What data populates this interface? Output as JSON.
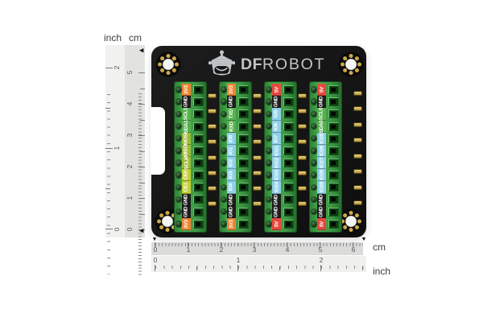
{
  "product": {
    "brand_bold": "DF",
    "brand_rest": "ROBOT"
  },
  "icons": {
    "down_marker": "▼",
    "left_marker": "◀"
  },
  "rulers": {
    "left": {
      "inch_unit": "inch",
      "cm_unit": "cm",
      "inch_numbers": [
        "2",
        "1",
        "0"
      ],
      "cm_numbers": [
        "5",
        "4",
        "3",
        "2",
        "1",
        "0"
      ]
    },
    "bottom": {
      "cm_unit": "cm",
      "inch_unit": "inch",
      "cm_numbers": [
        "0",
        "1",
        "2",
        "3",
        "4",
        "5",
        "6"
      ],
      "inch_numbers": [
        "0",
        "1",
        "2"
      ]
    }
  },
  "board": {
    "colors": {
      "pcb": "#141414",
      "terminal_green": "#3f9b45",
      "gold": "#c9a441",
      "power_3v3": "#ef8432",
      "power_5v": "#e8473d",
      "ground": "#1d1d1b",
      "bus": "#56b14e",
      "spi": "#9dbc3a",
      "chip_enable": "#c2cf36",
      "gpio": "#8ed0e8"
    },
    "columns": [
      {
        "pins": [
          {
            "label": "3V3",
            "color": "#ef8432"
          },
          {
            "label": "GND",
            "color": "#1d1d1b"
          },
          {
            "label": "SCL1",
            "color": "#56b14e"
          },
          {
            "label": "SDA1",
            "color": "#56b14e"
          },
          {
            "label": "MOSI",
            "color": "#9dbc3a"
          },
          {
            "label": "MISO",
            "color": "#9dbc3a"
          },
          {
            "label": "SCLK",
            "color": "#9dbc3a"
          },
          {
            "label": "CE0",
            "color": "#c2cf36"
          },
          {
            "label": "CE1",
            "color": "#c2cf36"
          },
          {
            "label": "GND",
            "color": "#1d1d1b"
          },
          {
            "label": "GND",
            "color": "#1d1d1b"
          },
          {
            "label": "3V3",
            "color": "#ef8432"
          }
        ]
      },
      {
        "pins": [
          {
            "label": "3V3",
            "color": "#ef8432"
          },
          {
            "label": "GND",
            "color": "#1d1d1b"
          },
          {
            "label": "TXD",
            "color": "#56b14e"
          },
          {
            "label": "RXD",
            "color": "#56b14e"
          },
          {
            "label": "IO0",
            "color": "#8ed0e8"
          },
          {
            "label": "IO1",
            "color": "#8ed0e8"
          },
          {
            "label": "IO2",
            "color": "#8ed0e8"
          },
          {
            "label": "IO3",
            "color": "#8ed0e8"
          },
          {
            "label": "IO4",
            "color": "#8ed0e8"
          },
          {
            "label": "GND",
            "color": "#1d1d1b"
          },
          {
            "label": "GND",
            "color": "#1d1d1b"
          },
          {
            "label": "3V3",
            "color": "#ef8432"
          }
        ]
      },
      {
        "pins": [
          {
            "label": "5V",
            "color": "#e8473d"
          },
          {
            "label": "GND",
            "color": "#1d1d1b"
          },
          {
            "label": "IO5",
            "color": "#8ed0e8"
          },
          {
            "label": "IO6",
            "color": "#8ed0e8"
          },
          {
            "label": "IO7",
            "color": "#8ed0e8"
          },
          {
            "label": "IO21",
            "color": "#8ed0e8"
          },
          {
            "label": "IO22",
            "color": "#8ed0e8"
          },
          {
            "label": "IO23",
            "color": "#8ed0e8"
          },
          {
            "label": "IO24",
            "color": "#8ed0e8"
          },
          {
            "label": "GND",
            "color": "#1d1d1b"
          },
          {
            "label": "GND",
            "color": "#1d1d1b"
          },
          {
            "label": "5V",
            "color": "#e8473d"
          }
        ]
      },
      {
        "pins": [
          {
            "label": "5V",
            "color": "#e8473d"
          },
          {
            "label": "GND",
            "color": "#1d1d1b"
          },
          {
            "label": "SCL0",
            "color": "#56b14e"
          },
          {
            "label": "SDA0",
            "color": "#56b14e"
          },
          {
            "label": "IO25",
            "color": "#8ed0e8"
          },
          {
            "label": "IO26",
            "color": "#8ed0e8"
          },
          {
            "label": "IO27",
            "color": "#8ed0e8"
          },
          {
            "label": "IO28",
            "color": "#8ed0e8"
          },
          {
            "label": "IO29",
            "color": "#8ed0e8"
          },
          {
            "label": "GND",
            "color": "#1d1d1b"
          },
          {
            "label": "GND",
            "color": "#1d1d1b"
          },
          {
            "label": "5V",
            "color": "#e8473d"
          }
        ]
      }
    ]
  }
}
